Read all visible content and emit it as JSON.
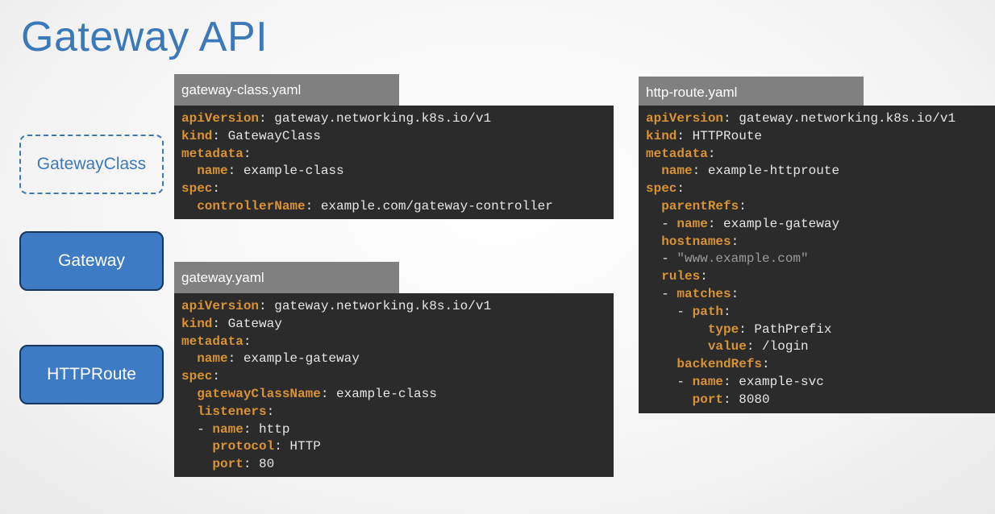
{
  "title": "Gateway API",
  "resources": {
    "gateway_class": "GatewayClass",
    "gateway": "Gateway",
    "http_route": "HTTPRoute"
  },
  "files": [
    {
      "filename": "gateway-class.yaml",
      "lines": [
        {
          "indent": "",
          "key": "apiVersion",
          "value": "gateway.networking.k8s.io/v1"
        },
        {
          "indent": "",
          "key": "kind",
          "value": "GatewayClass"
        },
        {
          "indent": "",
          "key": "metadata",
          "value": ""
        },
        {
          "indent": "  ",
          "key": "name",
          "value": "example-class"
        },
        {
          "indent": "",
          "key": "spec",
          "value": ""
        },
        {
          "indent": "  ",
          "key": "controllerName",
          "value": "example.com/gateway-controller"
        }
      ]
    },
    {
      "filename": "gateway.yaml",
      "lines": [
        {
          "indent": "",
          "key": "apiVersion",
          "value": "gateway.networking.k8s.io/v1"
        },
        {
          "indent": "",
          "key": "kind",
          "value": "Gateway"
        },
        {
          "indent": "",
          "key": "metadata",
          "value": ""
        },
        {
          "indent": "  ",
          "key": "name",
          "value": "example-gateway"
        },
        {
          "indent": "",
          "key": "spec",
          "value": ""
        },
        {
          "indent": "  ",
          "key": "gatewayClassName",
          "value": "example-class"
        },
        {
          "indent": "  ",
          "key": "listeners",
          "value": ""
        },
        {
          "indent": "  - ",
          "key": "name",
          "value": "http"
        },
        {
          "indent": "    ",
          "key": "protocol",
          "value": "HTTP"
        },
        {
          "indent": "    ",
          "key": "port",
          "value": "80"
        }
      ]
    },
    {
      "filename": "http-route.yaml",
      "lines": [
        {
          "indent": "",
          "key": "apiVersion",
          "value": "gateway.networking.k8s.io/v1"
        },
        {
          "indent": "",
          "key": "kind",
          "value": "HTTPRoute"
        },
        {
          "indent": "",
          "key": "metadata",
          "value": ""
        },
        {
          "indent": "  ",
          "key": "name",
          "value": "example-httproute"
        },
        {
          "indent": "",
          "key": "spec",
          "value": ""
        },
        {
          "indent": "  ",
          "key": "parentRefs",
          "value": ""
        },
        {
          "indent": "  - ",
          "key": "name",
          "value": "example-gateway"
        },
        {
          "indent": "  ",
          "key": "hostnames",
          "value": ""
        },
        {
          "indent": "  - ",
          "key": "",
          "value": "\"www.example.com\"",
          "string": true
        },
        {
          "indent": "  ",
          "key": "rules",
          "value": ""
        },
        {
          "indent": "  - ",
          "key": "matches",
          "value": ""
        },
        {
          "indent": "    - ",
          "key": "path",
          "value": ""
        },
        {
          "indent": "        ",
          "key": "type",
          "value": "PathPrefix"
        },
        {
          "indent": "        ",
          "key": "value",
          "value": "/login"
        },
        {
          "indent": "    ",
          "key": "backendRefs",
          "value": ""
        },
        {
          "indent": "    - ",
          "key": "name",
          "value": "example-svc"
        },
        {
          "indent": "      ",
          "key": "port",
          "value": "8080"
        }
      ]
    }
  ]
}
